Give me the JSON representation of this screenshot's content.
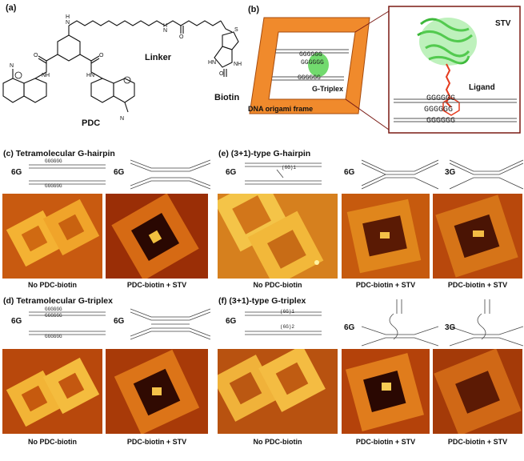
{
  "panel_a": {
    "label": "(a)",
    "pdc": "PDC",
    "linker": "Linker",
    "biotin": "Biotin"
  },
  "panel_b": {
    "label": "(b)",
    "seq_top": "GGGGGG",
    "seq_mid": "GGGGGG",
    "seq_bot": "GGGGGG",
    "triplex": "G-Triplex",
    "frame": "DNA origami frame",
    "stv": "STV",
    "ligand": "Ligand",
    "zoom_seq_1": "GGGGGG",
    "zoom_seq_2": "GGGGGG",
    "zoom_seq_3": "GGGGGG"
  },
  "panel_c": {
    "title": "(c) Tetramolecular G-hairpin",
    "g1": "6G",
    "g2": "6G",
    "seq": "GGGGGG",
    "cap1": "No PDC-biotin",
    "cap2": "PDC-biotin + STV"
  },
  "panel_d": {
    "title": "(d) Tetramolecular G-triplex",
    "g1": "6G",
    "g2": "6G",
    "seq": "GGGGGG",
    "cap1": "No PDC-biotin",
    "cap2": "PDC-biotin + STV"
  },
  "panel_e": {
    "title": "(e) (3+1)-type G-hairpin",
    "g1": "6G",
    "g2": "6G",
    "g3": "3G",
    "loop": "(6G)1",
    "cap1": "No PDC-biotin",
    "cap2": "PDC-biotin + STV",
    "cap3": "PDC-biotin + STV"
  },
  "panel_f": {
    "title": "(f) (3+1)-type G-triplex",
    "g1": "6G",
    "g2": "6G",
    "g3": "3G",
    "loop1": "(6G)1",
    "loop2": "(6G)2",
    "cap1": "No PDC-biotin",
    "cap2": "PDC-biotin + STV",
    "cap3": "PDC-biotin + STV"
  },
  "colors": {
    "afm_dark": "#3a0c02",
    "afm_mid": "#c24608",
    "afm_bright": "#f4b233",
    "frame_orange": "#f08a2c",
    "ligand_red": "#e53b1e",
    "stv_green": "#4fd14a"
  }
}
